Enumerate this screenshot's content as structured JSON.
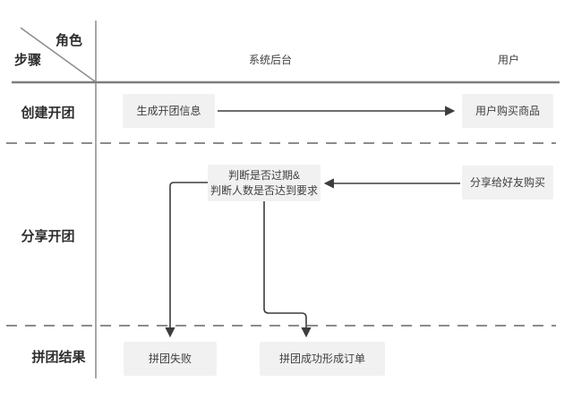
{
  "diagram": {
    "corner": {
      "role_label": "角色",
      "step_label": "步骤"
    },
    "columns": [
      {
        "label": "系统后台"
      },
      {
        "label": "用户"
      }
    ],
    "rows": [
      {
        "label": "创建开团"
      },
      {
        "label": "分享开团"
      },
      {
        "label": "拼团结果"
      }
    ],
    "nodes": {
      "generate_info": {
        "label": "生成开团信息"
      },
      "user_buy": {
        "label": "用户购买商品"
      },
      "judge": {
        "line1": "判断是否过期&",
        "line2": "判断人数是否达到要求"
      },
      "share_friends": {
        "label": "分享给好友购买"
      },
      "fail": {
        "label": "拼团失败"
      },
      "success": {
        "label": "拼团成功形成订单"
      }
    },
    "colors": {
      "node_background": "#f1f1f1",
      "node_text": "#3f3f3f",
      "grid_line": "#8c8c8c",
      "header_line": "#7d7d7d",
      "arrow": "#3d3d3d",
      "label_text": "#2d2d2d"
    }
  }
}
